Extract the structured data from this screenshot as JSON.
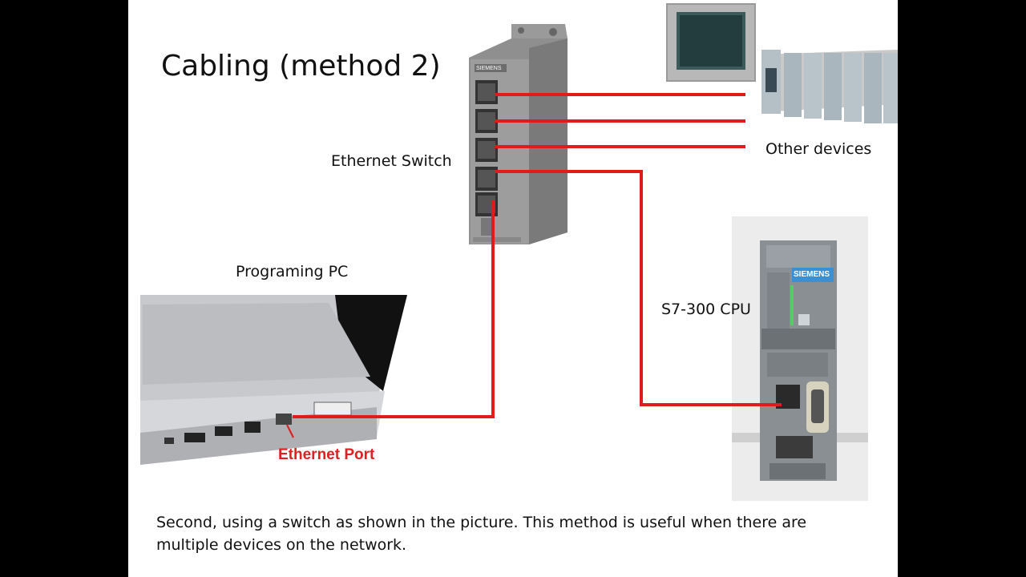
{
  "slide": {
    "title": "Cabling (method 2)",
    "caption": "Second, using a switch as shown in the picture. This method is useful when there are multiple devices on the network."
  },
  "labels": {
    "ethernet_switch": "Ethernet Switch",
    "other_devices": "Other devices",
    "programming_pc": "Programing PC",
    "s7_300_cpu": "S7-300 CPU",
    "ethernet_port": "Ethernet Port"
  },
  "brand": {
    "switch_logo": "SIEMENS",
    "cpu_logo": "SIEMENS"
  },
  "colors": {
    "cable": "#e01b1b",
    "background": "#ffffff",
    "letterbox": "#000000"
  }
}
